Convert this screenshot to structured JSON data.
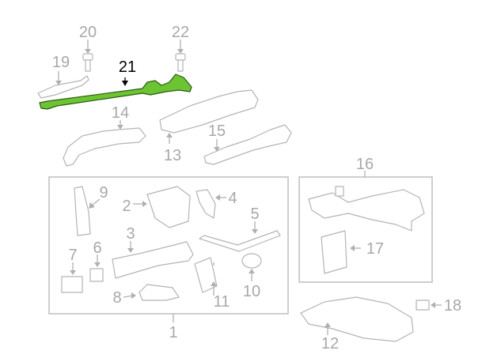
{
  "diagram": {
    "highlight_color": "#6cc433",
    "callouts": {
      "c1": "1",
      "c2": "2",
      "c3": "3",
      "c4": "4",
      "c5": "5",
      "c6": "6",
      "c7": "7",
      "c8": "8",
      "c9": "9",
      "c10": "10",
      "c11": "11",
      "c12": "12",
      "c13": "13",
      "c14": "14",
      "c15": "15",
      "c16": "16",
      "c17": "17",
      "c18": "18",
      "c19": "19",
      "c20": "20",
      "c21": "21",
      "c22": "22"
    },
    "highlighted_part": "21"
  }
}
